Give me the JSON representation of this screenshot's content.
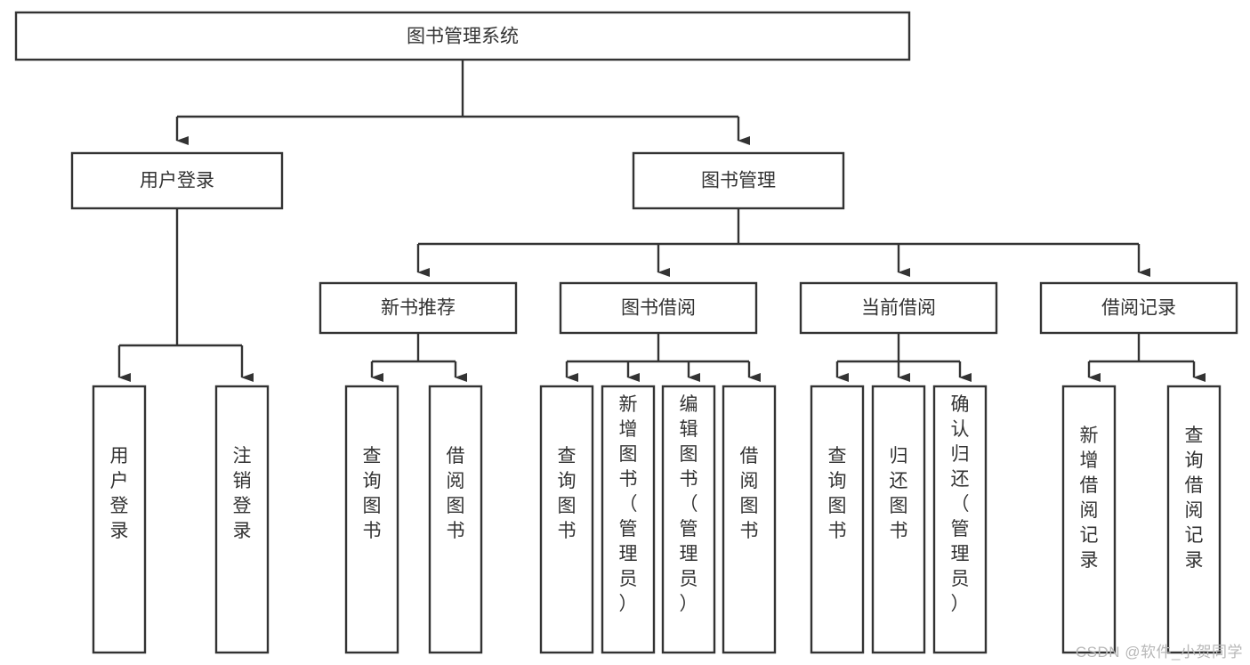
{
  "diagram": {
    "type": "tree",
    "title": "图书管理系统",
    "watermark": "CSDN @软件_小贺同学",
    "colors": {
      "background": "#ffffff",
      "stroke": "#333333",
      "text": "#333333",
      "node_fill": "#ffffff",
      "watermark": "#b8b8b8"
    },
    "nodes": {
      "root": {
        "label": "图书管理系统",
        "level": 0,
        "orientation": "horizontal"
      },
      "user_login": {
        "label": "用户登录",
        "level": 1,
        "orientation": "horizontal"
      },
      "book_manage": {
        "label": "图书管理",
        "level": 1,
        "orientation": "horizontal"
      },
      "new_book_rec": {
        "label": "新书推荐",
        "level": 2,
        "orientation": "horizontal"
      },
      "book_borrow": {
        "label": "图书借阅",
        "level": 2,
        "orientation": "horizontal"
      },
      "current_borrow": {
        "label": "当前借阅",
        "level": 2,
        "orientation": "horizontal"
      },
      "borrow_record": {
        "label": "借阅记录",
        "level": 2,
        "orientation": "horizontal"
      },
      "leaf_user_login": {
        "label": "用户登录",
        "level": 3,
        "orientation": "vertical"
      },
      "leaf_logout": {
        "label": "注销登录",
        "level": 3,
        "orientation": "vertical"
      },
      "leaf_rec_query": {
        "label": "查询图书",
        "level": 3,
        "orientation": "vertical"
      },
      "leaf_rec_borrow": {
        "label": "借阅图书",
        "level": 3,
        "orientation": "vertical"
      },
      "leaf_borrow_query": {
        "label": "查询图书",
        "level": 3,
        "orientation": "vertical"
      },
      "leaf_add_book": {
        "label": "新增图书（管理员）",
        "level": 3,
        "orientation": "vertical"
      },
      "leaf_edit_book": {
        "label": "编辑图书（管理员）",
        "level": 3,
        "orientation": "vertical"
      },
      "leaf_borrow_book": {
        "label": "借阅图书",
        "level": 3,
        "orientation": "vertical"
      },
      "leaf_cur_query": {
        "label": "查询图书",
        "level": 3,
        "orientation": "vertical"
      },
      "leaf_return_book": {
        "label": "归还图书",
        "level": 3,
        "orientation": "vertical"
      },
      "leaf_confirm_return": {
        "label": "确认归还（管理员）",
        "level": 3,
        "orientation": "vertical"
      },
      "leaf_add_record": {
        "label": "新增借阅记录",
        "level": 3,
        "orientation": "vertical"
      },
      "leaf_query_record": {
        "label": "查询借阅记录",
        "level": 3,
        "orientation": "vertical"
      }
    },
    "edges": [
      {
        "from": "root",
        "to": "user_login"
      },
      {
        "from": "root",
        "to": "book_manage"
      },
      {
        "from": "user_login",
        "to": "leaf_user_login"
      },
      {
        "from": "user_login",
        "to": "leaf_logout"
      },
      {
        "from": "book_manage",
        "to": "new_book_rec"
      },
      {
        "from": "book_manage",
        "to": "book_borrow"
      },
      {
        "from": "book_manage",
        "to": "current_borrow"
      },
      {
        "from": "book_manage",
        "to": "borrow_record"
      },
      {
        "from": "new_book_rec",
        "to": "leaf_rec_query"
      },
      {
        "from": "new_book_rec",
        "to": "leaf_rec_borrow"
      },
      {
        "from": "book_borrow",
        "to": "leaf_borrow_query"
      },
      {
        "from": "book_borrow",
        "to": "leaf_add_book"
      },
      {
        "from": "book_borrow",
        "to": "leaf_edit_book"
      },
      {
        "from": "book_borrow",
        "to": "leaf_borrow_book"
      },
      {
        "from": "current_borrow",
        "to": "leaf_cur_query"
      },
      {
        "from": "current_borrow",
        "to": "leaf_return_book"
      },
      {
        "from": "current_borrow",
        "to": "leaf_confirm_return"
      },
      {
        "from": "borrow_record",
        "to": "leaf_add_record"
      },
      {
        "from": "borrow_record",
        "to": "leaf_query_record"
      }
    ]
  }
}
